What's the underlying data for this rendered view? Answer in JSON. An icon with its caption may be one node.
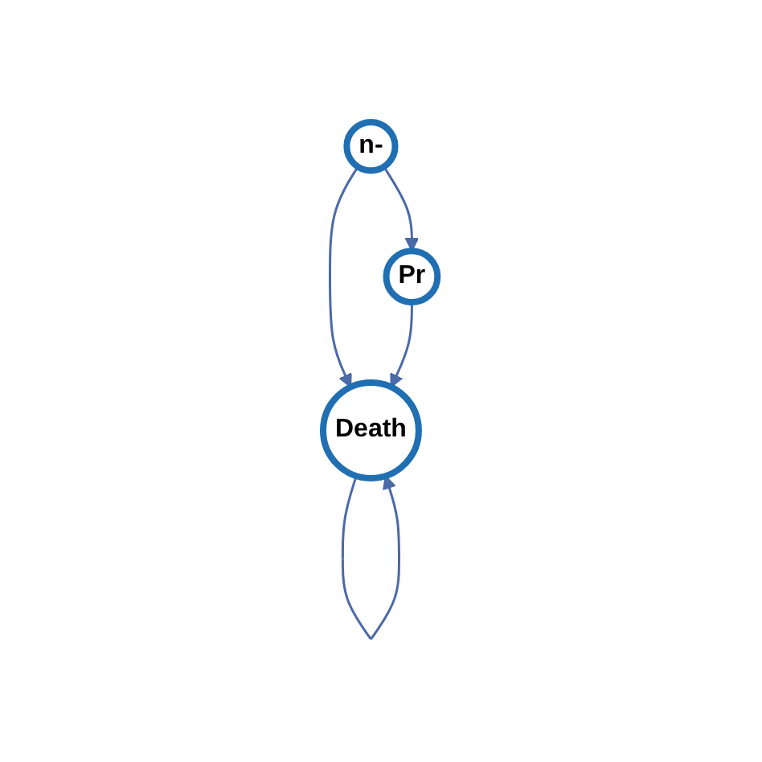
{
  "diagram": {
    "nodes": [
      {
        "text": [
          "n-"
        ]
      },
      {
        "text": [
          "Pr"
        ]
      },
      {
        "text": [
          "Death"
        ]
      }
    ],
    "edges": [
      {
        "from": 0,
        "to": 1,
        "arrow": "to"
      },
      {
        "from": 0,
        "to": 2,
        "arrow": "to"
      },
      {
        "from": 1,
        "to": 2,
        "arrow": "to"
      },
      {
        "from": 2,
        "to": 2,
        "arrow": "to"
      }
    ]
  }
}
